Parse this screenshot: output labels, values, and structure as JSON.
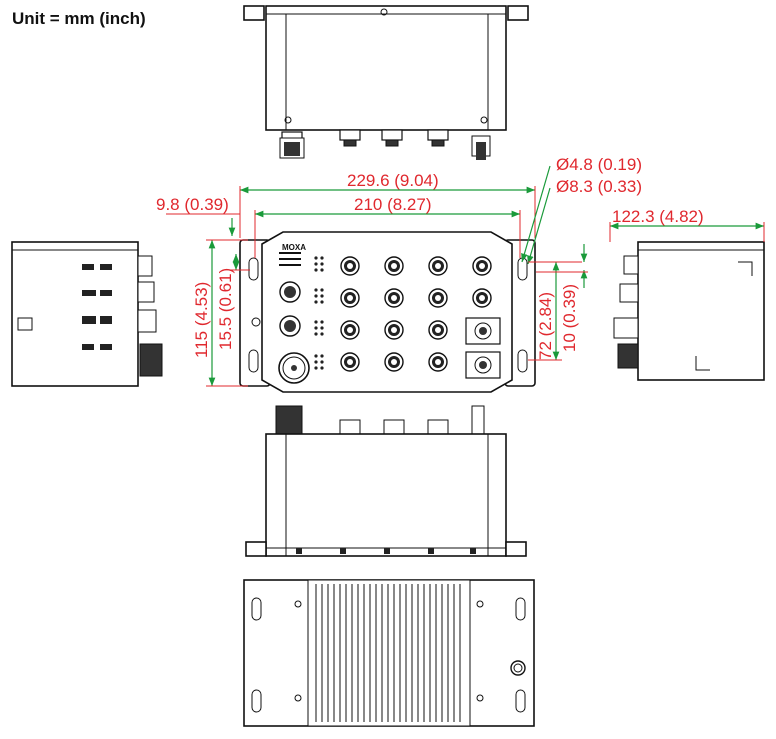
{
  "unit_label": "Unit = mm (inch)",
  "dimensions": {
    "overall_width": "229.6 (9.04)",
    "body_width": "210 (8.27)",
    "ear_offset": "9.8 (0.39)",
    "overall_height": "115 (4.53)",
    "hole_offset": "15.5 (0.61)",
    "hole_diameter_small": "Ø4.8 (0.19)",
    "hole_diameter_large": "Ø8.3 (0.33)",
    "hole_spacing": "72 (2.84)",
    "hole_to_edge": "10 (0.39)",
    "depth": "122.3 (4.82)"
  },
  "device": {
    "brand_logo": "MOXA"
  },
  "colors": {
    "dimension": "#e0282e",
    "extension_line": "#1a9a3a",
    "outline": "#111111"
  }
}
